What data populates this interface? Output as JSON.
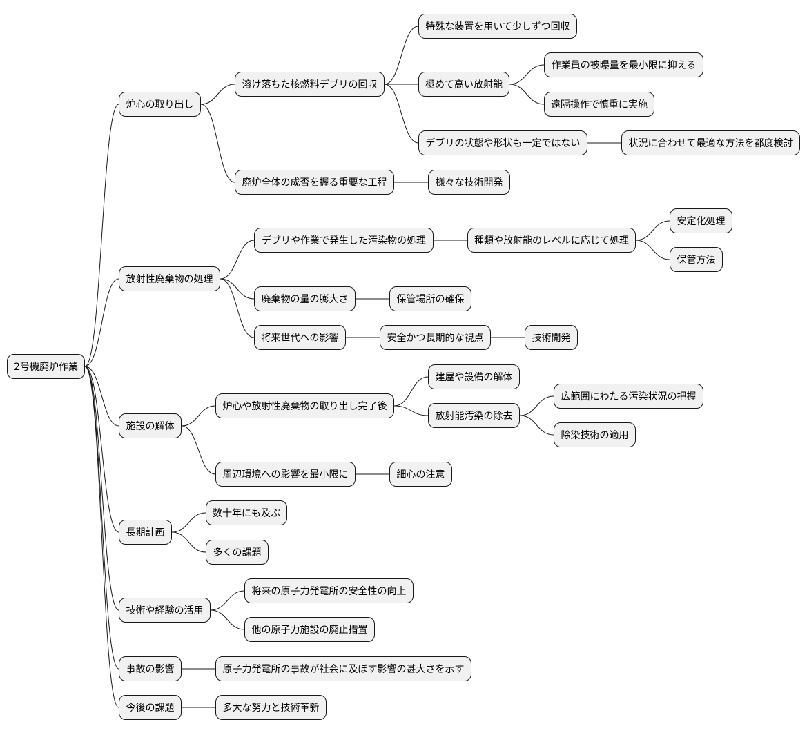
{
  "mindmap": {
    "root": "2号機廃炉作業",
    "nodes": {
      "n1": "炉心の取り出し",
      "n1_1": "溶け落ちた核燃料デブリの回収",
      "n1_1_1": "特殊な装置を用いて少しずつ回収",
      "n1_1_2": "極めて高い放射能",
      "n1_1_2_1": "作業員の被曝量を最小限に抑える",
      "n1_1_2_2": "遠隔操作で慎重に実施",
      "n1_1_3": "デブリの状態や形状も一定ではない",
      "n1_1_3_1": "状況に合わせて最適な方法を都度検討",
      "n1_2": "廃炉全体の成否を握る重要な工程",
      "n1_2_1": "様々な技術開発",
      "n2": "放射性廃棄物の処理",
      "n2_1": "デブリや作業で発生した汚染物の処理",
      "n2_1_1": "種類や放射能のレベルに応じて処理",
      "n2_1_1_1": "安定化処理",
      "n2_1_1_2": "保管方法",
      "n2_2": "廃棄物の量の膨大さ",
      "n2_2_1": "保管場所の確保",
      "n2_3": "将来世代への影響",
      "n2_3_1": "安全かつ長期的な視点",
      "n2_3_1_1": "技術開発",
      "n3": "施設の解体",
      "n3_1": "炉心や放射性廃棄物の取り出し完了後",
      "n3_1_1": "建屋や設備の解体",
      "n3_1_2": "放射能汚染の除去",
      "n3_1_2_1": "広範囲にわたる汚染状況の把握",
      "n3_1_2_2": "除染技術の適用",
      "n3_2": "周辺環境への影響を最小限に",
      "n3_2_1": "細心の注意",
      "n4": "長期計画",
      "n4_1": "数十年にも及ぶ",
      "n4_2": "多くの課題",
      "n5": "技術や経験の活用",
      "n5_1": "将来の原子力発電所の安全性の向上",
      "n5_2": "他の原子力施設の廃止措置",
      "n6": "事故の影響",
      "n6_1": "原子力発電所の事故が社会に及ぼす影響の甚大さを示す",
      "n7": "今後の課題",
      "n7_1": "多大な努力と技術革新"
    }
  }
}
